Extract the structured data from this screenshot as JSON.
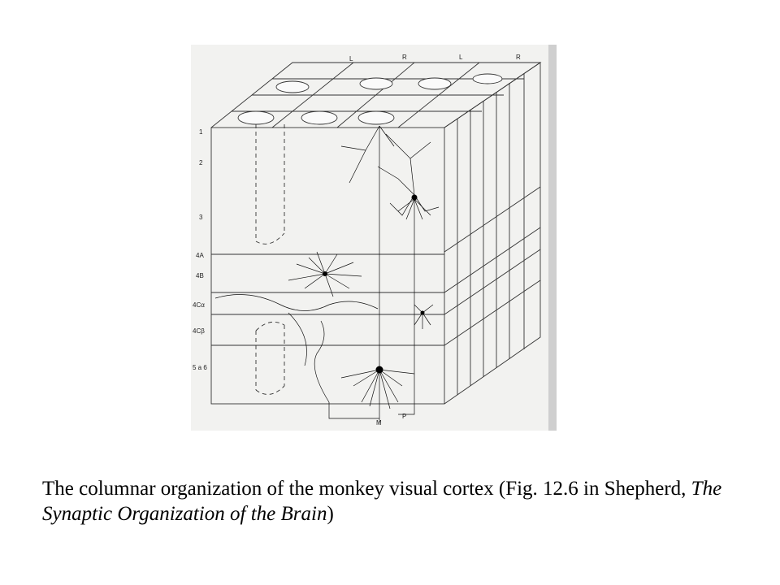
{
  "figure": {
    "top_labels": [
      "L",
      "R",
      "L",
      "R"
    ],
    "layer_labels": [
      "1",
      "2",
      "3",
      "4A",
      "4B",
      "4Cα",
      "4Cβ",
      "5 a 6"
    ],
    "bottom_labels": [
      "M",
      "P"
    ]
  },
  "caption": {
    "part1": "The columnar organization of the monkey visual cortex (Fig. 12.6 in Shepherd, ",
    "italic": "The Synaptic Organization of the Brain",
    "part2": ")"
  }
}
